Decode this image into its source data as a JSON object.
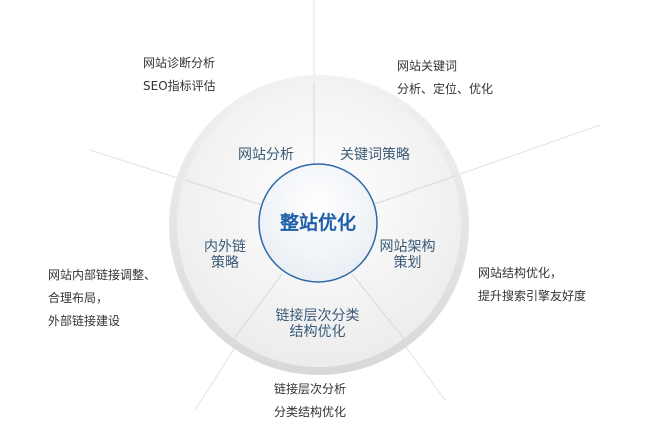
{
  "center_label": "整站优化",
  "segments": [
    {
      "label_lines": [
        "网站分析"
      ]
    },
    {
      "label_lines": [
        "关键词策略"
      ]
    },
    {
      "label_lines": [
        "网站架构",
        "策划"
      ]
    },
    {
      "label_lines": [
        "链接层次分类",
        "结构优化"
      ]
    },
    {
      "label_lines": [
        "内外链",
        "策略"
      ]
    }
  ],
  "notes": [
    {
      "lines": [
        "网站诊断分析",
        "SEO指标评估"
      ]
    },
    {
      "lines": [
        "网站关键词",
        "分析、定位、优化"
      ]
    },
    {
      "lines": [
        "网站结构优化，",
        "提升搜索引擎友好度"
      ]
    },
    {
      "lines": [
        "链接层次分析",
        "分类结构优化"
      ]
    },
    {
      "lines": [
        "网站内部链接调整、",
        "合理布局，",
        "外部链接建设"
      ]
    }
  ],
  "colors": {
    "accent": "#1f5ea8",
    "segment_text": "#3a5a78"
  }
}
